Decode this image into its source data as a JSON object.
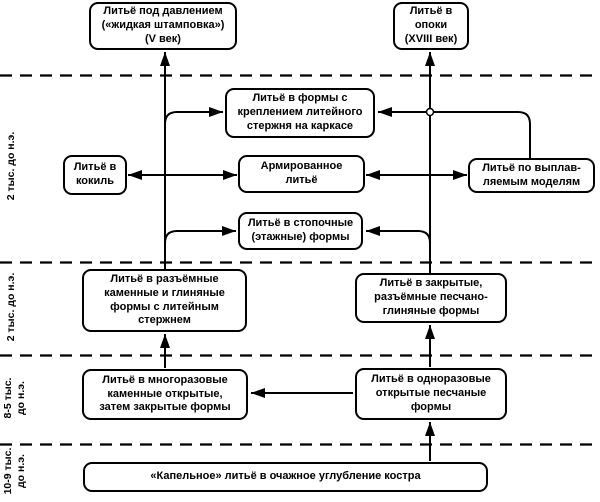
{
  "diagram": {
    "colors": {
      "line": "#000000",
      "background": "#ffffff",
      "box_fill": "#ffffff",
      "text": "#000000"
    },
    "era_labels": [
      {
        "label": "2 тыс. до н.э."
      },
      {
        "label": "2 тыс. до н.э."
      },
      {
        "label": "8-5 тыс.\nдо н.э."
      },
      {
        "label": "10-9 тыс.\nдо н.э."
      }
    ],
    "nodes": {
      "pressure": {
        "label": "Литьё под давлением\n(«жидкая штамповка»)\n(V век)"
      },
      "opoki": {
        "label": "Литьё в\nопоки\n(XVIII век)"
      },
      "karkas": {
        "label": "Литьё в формы с\nкреплением литейного\nстержня на каркасе"
      },
      "kokil": {
        "label": "Литьё в\nкокиль"
      },
      "armored": {
        "label": "Армированное\nлитьё"
      },
      "investment": {
        "label": "Литьё по выплав-\nляемым моделям"
      },
      "stack": {
        "label": "Литьё в стопочные\n(этажные) формы"
      },
      "split_stone": {
        "label": "Литьё в разъёмные\nкаменные и глиняные\nформы с литейным\nстержнем"
      },
      "closed_sand": {
        "label": "Литьё в закрытые,\nразъёмные песчано-\nглиняные формы"
      },
      "reusable_stone": {
        "label": "Литьё в многоразовые\nкаменные открытые,\nзатем закрытые формы"
      },
      "disposable_sand": {
        "label": "Литьё в одноразовые\nоткрытые песчаные\nформы"
      },
      "drop": {
        "label": "«Капельное» литьё в очажное углубление костра"
      }
    }
  }
}
